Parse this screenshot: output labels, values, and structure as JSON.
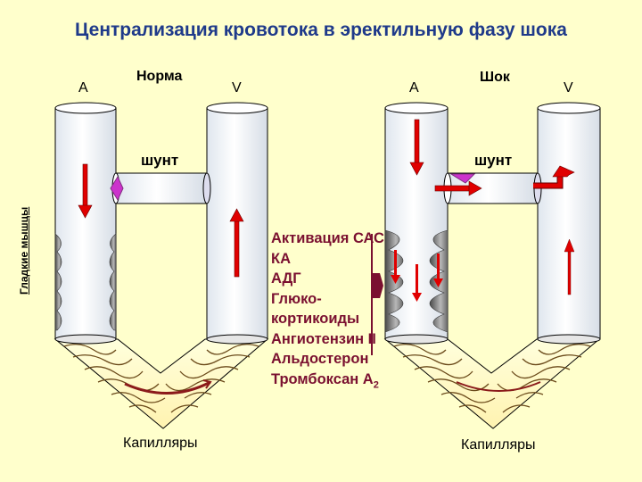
{
  "title": "Централизация кровотока в эректильную фазу шока",
  "normal": {
    "heading": "Норма",
    "artery_label": "А",
    "vein_label": "V",
    "shunt_label": "шунт",
    "capillaries_label": "Капилляры"
  },
  "shock": {
    "heading": "Шок",
    "artery_label": "А",
    "vein_label": "V",
    "shunt_label": "шунт",
    "capillaries_label": "Капилляры"
  },
  "smooth_muscle_label": "Гладкие мышцы",
  "factors": [
    "Активация САС",
    "КА",
    "АДГ",
    "Глюко-",
    "кортикоиды",
    "Ангиотензин II",
    "Альдостерон",
    "Тромбоксан А"
  ],
  "factors_subscript": "2",
  "colors": {
    "title": "#1f3a8a",
    "arrow": "#e00000",
    "factors_text": "#7a1030",
    "shunt_valve": "#cc33cc",
    "background": "#ffffcc"
  }
}
